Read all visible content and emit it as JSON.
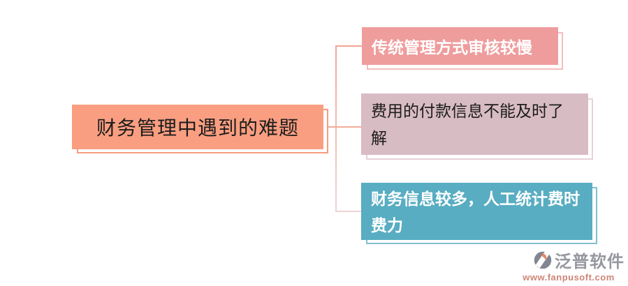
{
  "diagram": {
    "type": "mindmap",
    "background": "#ffffff",
    "root": {
      "label": "财务管理中遇到的难题",
      "fill": "#fa9e81",
      "outline_color": "#f79b7e",
      "text_color": "#1c1c1c"
    },
    "children": [
      {
        "label": "传统管理方式审核较慢",
        "fill": "#ef9c9d",
        "outline_color": "#f5bcbc",
        "text_color": "#ffffff"
      },
      {
        "label": "费用的付款信息不能及时了解",
        "fill": "#d8bcc3",
        "outline_color": "#e6d2d8",
        "text_color": "#1c1c1c"
      },
      {
        "label": "财务信息较多，人工统计费时费力",
        "fill": "#58adc2",
        "outline_color": "#83bfcf",
        "text_color": "#ffffff"
      }
    ],
    "connector_colors": {
      "to_child_1": "#f1a593",
      "to_child_2": "#f2ab9b",
      "to_child_3": "#f0d3d4",
      "trunk": "#f2bcb2"
    }
  },
  "watermark": {
    "brand": "泛普软件",
    "url": "www.fanpusoft.com",
    "brand_color": "#84868f",
    "url_color": "#c5705f",
    "icon_circle_color": "#6d717d",
    "icon_swoosh_color": "#e4734b"
  }
}
